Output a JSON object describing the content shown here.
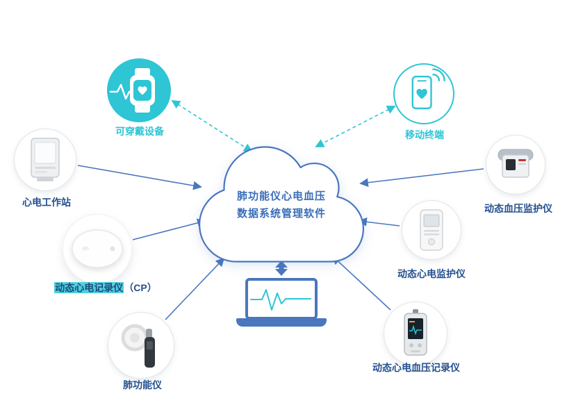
{
  "colors": {
    "teal": "#2ec5d5",
    "blue": "#4a77be",
    "label": "#24508f",
    "cloud_text": "#3a6db8",
    "highlight": "#4ecfdc",
    "highlight_text": "#1d4a7e"
  },
  "cloud": {
    "line1": "肺功能仪心电血压",
    "line2": "数据系统管理软件"
  },
  "nodes": {
    "wearable": {
      "label": "可穿戴设备",
      "icon": "smartwatch-heart-icon"
    },
    "mobile": {
      "label": "移动终端",
      "icon": "smartphone-heart-icon"
    },
    "ecg_workstation": {
      "label": "心电工作站",
      "icon": "ecg-workstation-device-icon"
    },
    "cp_recorder": {
      "label": "动态心电记录仪",
      "suffix": "（CP）",
      "icon": "cp-recorder-device-icon"
    },
    "lung_function": {
      "label": "肺功能仪",
      "icon": "spirometer-device-icon"
    },
    "bp_monitor": {
      "label": "动态血压监护仪",
      "icon": "bp-monitor-device-icon"
    },
    "ecg_monitor": {
      "label": "动态心电监护仪",
      "icon": "ecg-monitor-device-icon"
    },
    "ecg_bp_recorder": {
      "label": "动态心电血压记录仪",
      "icon": "ecg-bp-recorder-device-icon"
    }
  },
  "laptop": {
    "icon": "laptop-ecg-icon"
  }
}
